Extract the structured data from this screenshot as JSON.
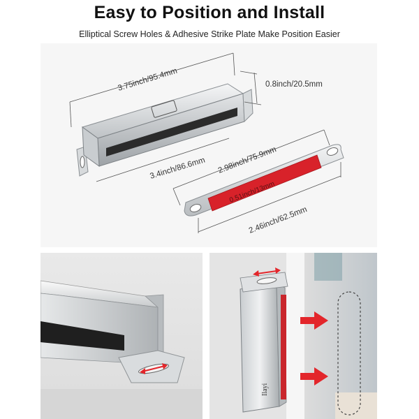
{
  "header": {
    "title": "Easy to Position and Install",
    "subtitle": "Elliptical Screw Holes & Adhesive Strike Plate Make Position Easier"
  },
  "dimensions": {
    "latch_length": "3.75inch/95.4mm",
    "latch_height": "0.8inch/20.5mm",
    "latch_inner_length": "3.4inch/86.6mm",
    "plate_length": "2.98inch/75.9mm",
    "plate_width": "0.51inch/13mm",
    "plate_hole_spacing": "2.46inch/62.5mm"
  },
  "colors": {
    "adhesive_red": "#d8222a",
    "arrow_red": "#e3262b",
    "metal": "#cfd3d6"
  }
}
